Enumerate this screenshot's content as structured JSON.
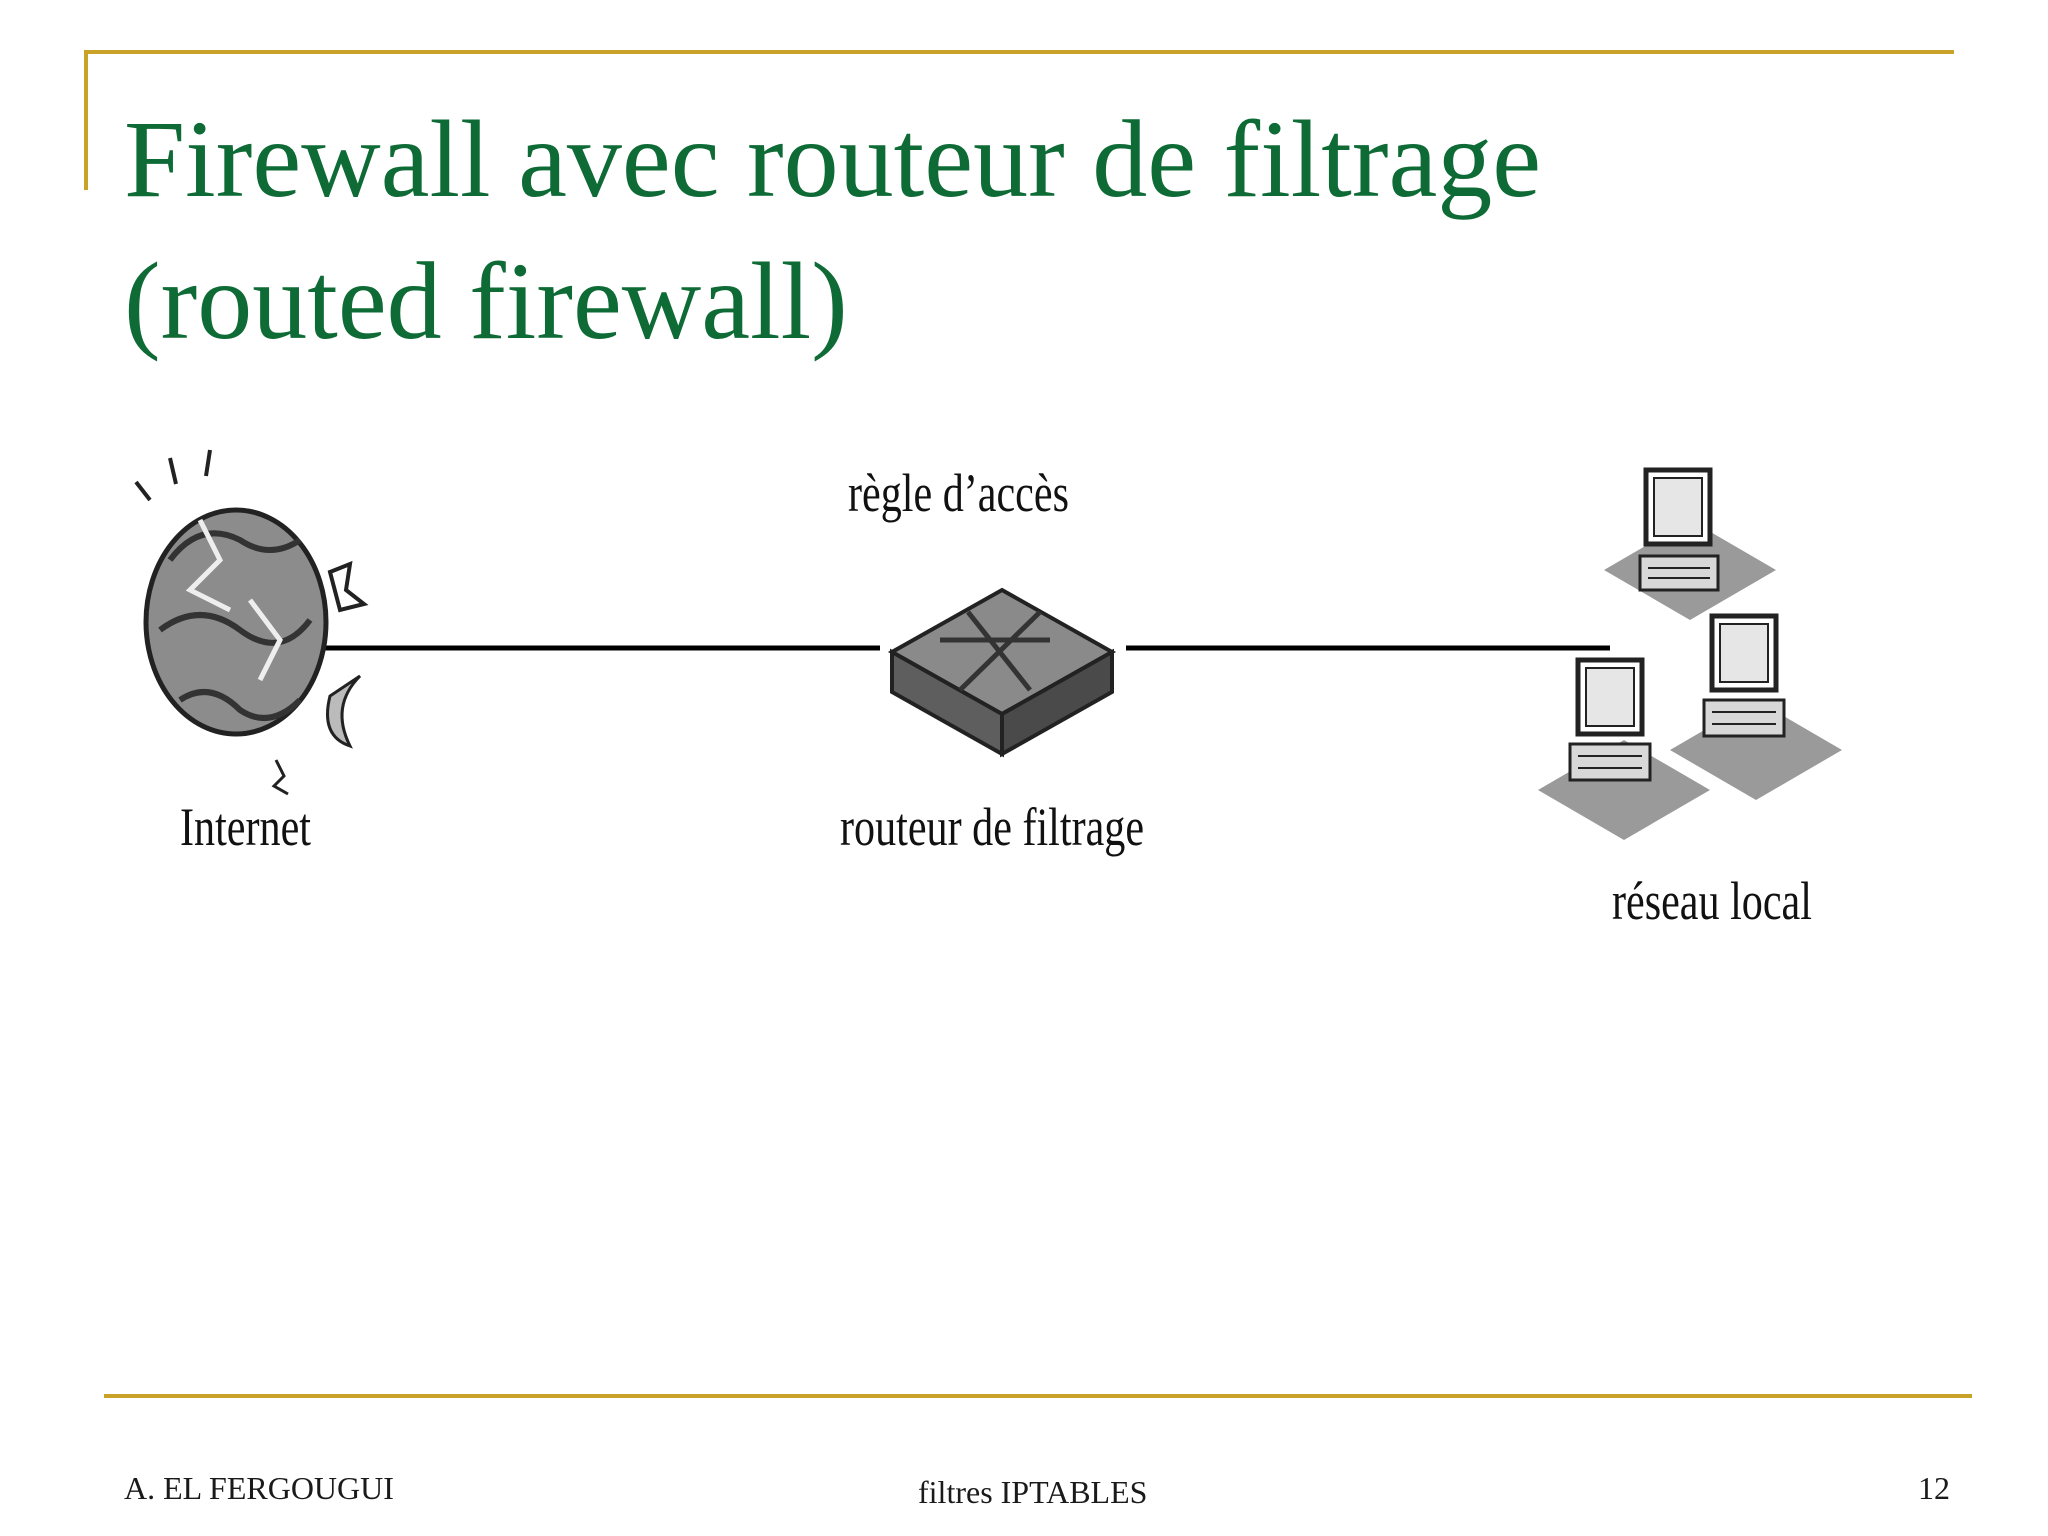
{
  "slide": {
    "title_line1": "Firewall avec routeur de filtrage",
    "title_line2": "(routed firewall)"
  },
  "diagram": {
    "label_rule": "règle d’accès",
    "label_internet": "Internet",
    "label_router": "routeur de filtrage",
    "label_lan": "réseau local",
    "icons": [
      "internet-cloud-icon",
      "router-icon",
      "computer-icon"
    ]
  },
  "footer": {
    "author": "A. EL FERGOUGUI",
    "title": "filtres IPTABLES",
    "page": "12"
  },
  "colors": {
    "title": "#0e6b36",
    "accent_rule": "#c9a227"
  }
}
